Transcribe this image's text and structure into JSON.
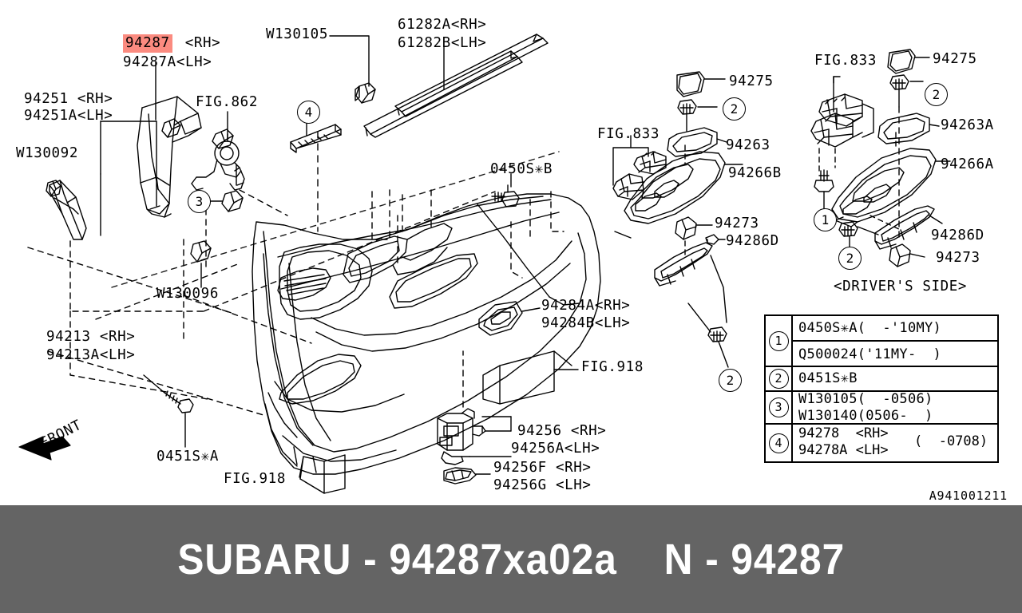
{
  "footer": {
    "brand": "SUBARU",
    "part_number": "94287xa02a",
    "separator": "-",
    "code": "N - 94287",
    "full_text": "SUBARU - 94287xa02a    N - 94287",
    "background_color": "#646464",
    "text_color": "#ffffff"
  },
  "drawing": {
    "number": "A941001211",
    "highlight_color": "#fb8b80",
    "highlighted_part": "94287"
  },
  "labels": {
    "p94287_hl": "94287",
    "p94287_rh": "<RH>",
    "p94287a_lh": "94287A<LH>",
    "p94251_rh": "94251 <RH>",
    "p94251a_lh": "94251A<LH>",
    "w130092": "W130092",
    "fig862": "FIG.862",
    "w130105": "W130105",
    "p61282a_rh": "61282A<RH>",
    "p61282b_lh": "61282B<LH>",
    "p0450s_b": "0450S✳B",
    "w130096": "W130096",
    "p94213_rh": "94213 <RH>",
    "p94213a_lh": "94213A<LH>",
    "p0451s_a": "0451S✳A",
    "fig918_left": "FIG.918",
    "front_arrow": "FRONT",
    "p94284a_rh": "94284A<RH>",
    "p94284b_lh": "94284B<LH>",
    "fig918_right": "FIG.918",
    "p94256_rh": "94256 <RH>",
    "p94256a_lh": "94256A<LH>",
    "p94256f_rh": "94256F <RH>",
    "p94256g_lh": "94256G <LH>",
    "fig833_mid": "FIG.833",
    "p94275_mid": "94275",
    "p94263": "94263",
    "p94266b": "94266B",
    "p94273_mid": "94273",
    "p94286d_mid": "94286D",
    "fig833_right": "FIG.833",
    "p94275_right": "94275",
    "p94263a": "94263A",
    "p94266a": "94266A",
    "p94286d_right": "94286D",
    "p94273_right": "94273",
    "drivers_side": "<DRIVER'S SIDE>"
  },
  "callouts": {
    "c4_top": "4",
    "c3_left": "3",
    "c2_mid": "2",
    "c2_right": "2",
    "c1_right": "1",
    "c2_lower_right": "2",
    "c2_bottom": "2"
  },
  "legend": {
    "rows": [
      {
        "num": "1",
        "lines": [
          "0450S✳A(  -'10MY)",
          "Q500024('11MY-  )"
        ],
        "split": true
      },
      {
        "num": "2",
        "lines": [
          "0451S✳B"
        ],
        "split": false
      },
      {
        "num": "3",
        "lines": [
          "W130105(  -0506)",
          "W130140(0506-  )"
        ],
        "split": false
      },
      {
        "num": "4",
        "lines": [
          "94278  <RH>",
          "94278A <LH>"
        ],
        "suffix": "(  -0708)",
        "split": false
      }
    ]
  }
}
